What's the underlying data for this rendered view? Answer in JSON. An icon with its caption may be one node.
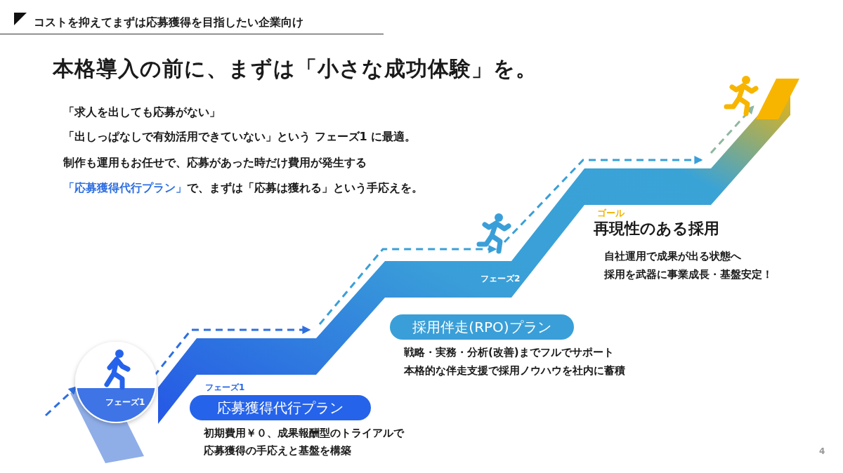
{
  "diagram": {
    "title": "本格導入の前に、まずは「小さな成功体験」を。",
    "nodes": [
      {
        "text": [
          "フェーズ1",
          "応募獲得代行プラン"
        ],
        "beside": [
          "初期費用￥０、成果報酬型のトライアルで",
          "応募獲得の手応えと基盤を構築"
        ]
      },
      {
        "text": [
          "採用伴走(RPO)プラン"
        ],
        "beside": [
          "戦略・実務・分析(改善)までフルでサポート",
          "本格的な伴走支援で採用ノウハウを社内に蓄積"
        ]
      }
    ],
    "labels": [
      "コストを抑えてまずは応募獲得を目指したい企業向け",
      "「求人を出しても応募がない」",
      "「出しっぱなしで有効活用できていない」という フェーズ1 に最適。",
      "制作も運用もお任せで、応募があった時だけ費用が発生する",
      "「応募獲得代行プラン」",
      "で、まずは「応募は獲れる」という手応えを。",
      "フェーズ1",
      "フェーズ2",
      "ゴール",
      "再現性のある採用",
      "自社運用で成果が出る状態へ",
      "採用を武器に事業成長・基盤安定！",
      "4"
    ]
  }
}
